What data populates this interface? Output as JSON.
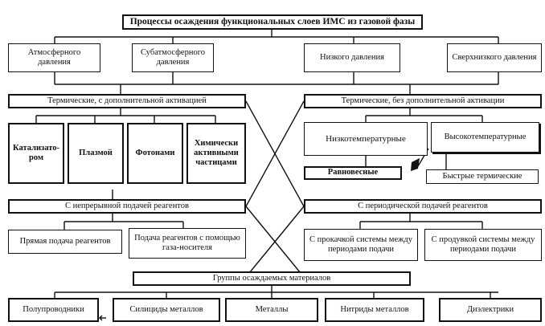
{
  "title": "Процессы осаждения функциональных слоев ИМС из газовой фазы",
  "pressure": {
    "atm": "Атмосферного давления",
    "subatm": "Субатмосферного давления",
    "low": "Низкого давления",
    "ultralow": "Сверхнизкого давления"
  },
  "thermal_active": {
    "header": "Термические, с дополнительной активацией",
    "catalyst": "Катализато-ром",
    "plasma": "Плазмой",
    "photons": "Фотонами",
    "chemical": "Химически активными частицами"
  },
  "thermal_passive": {
    "header": "Термические, без дополнительной активации",
    "lowtemp": "Низкотемпературные",
    "hightemp": "Высокотемпературные",
    "equilibrium": "Равновесные",
    "fast": "Быстрые термические"
  },
  "continuous": {
    "header": "С непрерывной подачей реагентов",
    "direct": "Прямая подача реагентов",
    "carrier": "Подача реагентов с помощью газа-носителя"
  },
  "periodic": {
    "header": "С периодической подачей реагентов",
    "pumping": "С прокачкой системы между периодами подачи",
    "purging": "С продувкой системы между периодами подачи"
  },
  "materials": {
    "header": "Группы осаждаемых материалов",
    "items": [
      "Полупроводники",
      "Силициды металлов",
      "Металлы",
      "Нитриды металлов",
      "Диэлектрики"
    ]
  }
}
